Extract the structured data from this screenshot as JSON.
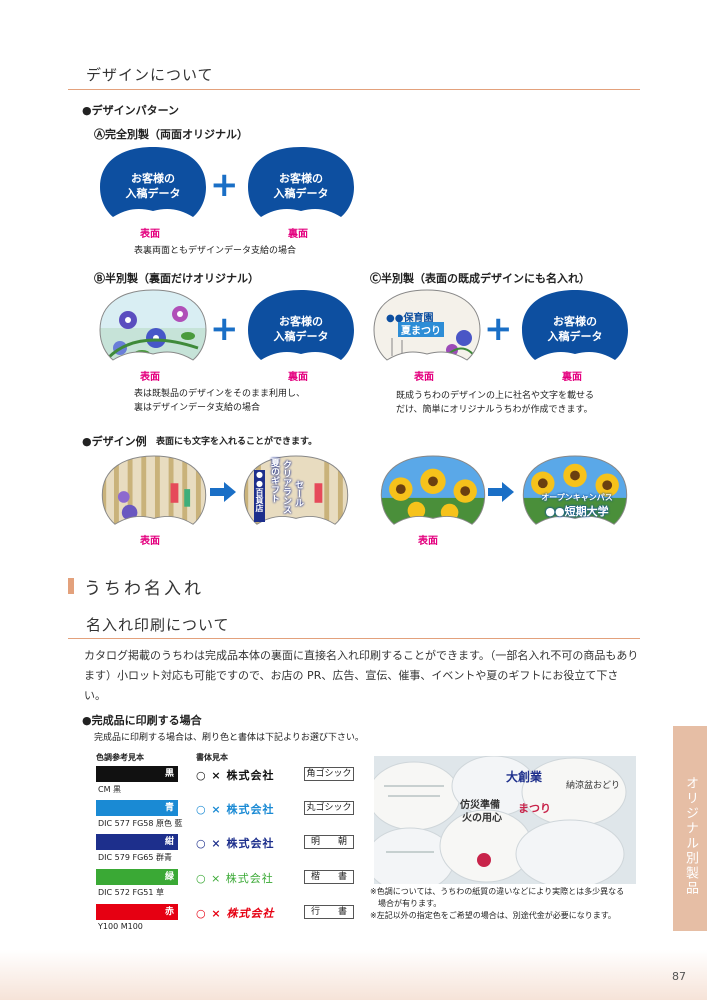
{
  "design_section": {
    "title": "デザインについて",
    "pattern_heading": "●デザインパターン",
    "pattern_a": {
      "heading": "Ⓐ完全別製（両面オリジナル）",
      "fan1_text": [
        "お客様の",
        "入稿データ"
      ],
      "fan2_text": [
        "お客様の",
        "入稿データ"
      ],
      "label_front": "表面",
      "label_back": "裏面",
      "note": "表裏両面ともデザインデータ支給の場合"
    },
    "pattern_b": {
      "heading": "Ⓑ半別製（裏面だけオリジナル）",
      "fan2_text": [
        "お客様の",
        "入稿データ"
      ],
      "label_front": "表面",
      "label_back": "裏面",
      "note": [
        "表は既製品のデザインをそのまま利用し、",
        "裏はデザインデータ支給の場合"
      ]
    },
    "pattern_c": {
      "heading": "Ⓒ半別製（表面の既成デザインにも名入れ）",
      "fan1_text": [
        "●●保育園",
        "夏まつり"
      ],
      "fan2_text": [
        "お客様の",
        "入稿データ"
      ],
      "label_front": "表面",
      "label_back": "裏面",
      "note": [
        "既成うちわのデザインの上に社名や文字を載せる",
        "だけ、簡単にオリジナルうちわが作成できます。"
      ]
    },
    "example_heading": "●デザイン例",
    "example_sub": "表面にも文字を入れることができます。",
    "example1": {
      "fan_text": [
        "夏のギフト",
        "クリアランス",
        "セール",
        "●●百貨店"
      ],
      "label": "表面"
    },
    "example2": {
      "fan_text": [
        "オープンキャンパス",
        "●●短期大学"
      ],
      "label": "表面"
    }
  },
  "naire_section": {
    "title": "うちわ名入れ",
    "sub_title": "名入れ印刷について",
    "body": "カタログ掲載のうちわは完成品本体の裏面に直接名入れ印刷することができます。（一部名入れ不可の商品もあります）小ロット対応も可能ですので、お店の PR、広告、宣伝、催事、イベントや夏のギフトにお役立て下さい。",
    "finished_heading": "●完成品に印刷する場合",
    "finished_note": "完成品に印刷する場合は、刷り色と書体は下記よりお選び下さい。",
    "color_heading": "色調参考見本",
    "font_heading": "書体見本",
    "colors": [
      {
        "name": "黒",
        "code": "CM  黒",
        "hex": "#111111"
      },
      {
        "name": "青",
        "code": "DIC 577  FG58  原色 藍",
        "hex": "#1a8ad4"
      },
      {
        "name": "紺",
        "code": "DIC 579  FG65  群青",
        "hex": "#1d2f8c"
      },
      {
        "name": "緑",
        "code": "DIC 572  FG51  草",
        "hex": "#3aa935"
      },
      {
        "name": "赤",
        "code": "Y100  M100",
        "hex": "#e60012"
      }
    ],
    "samples": [
      {
        "text": "○ × 株式会社",
        "font": "角ゴシック",
        "color": "#111111"
      },
      {
        "text": "○ × 株式会社",
        "font": "丸ゴシック",
        "color": "#1a8ad4"
      },
      {
        "text": "○ × 株式会社",
        "font": "明　　朝",
        "color": "#1d2f8c"
      },
      {
        "text": "○ × 株式会社",
        "font": "楷　　書",
        "color": "#3aa935"
      },
      {
        "text": "○ × 株式会社",
        "font": "行　　書",
        "color": "#e60012"
      }
    ],
    "photo_texts": [
      "大創業",
      "仿災準備",
      "火の用心",
      "まつり",
      "納涼盆おどり"
    ],
    "footnotes": [
      "※色調については、うちわの紙質の違いなどにより実際とは多少異なる",
      "　場合が有ります。",
      "※左記以外の指定色をご希望の場合は、別途代金が必要になります。"
    ]
  },
  "side_tab": "オリジナル別製品",
  "page_number": "87",
  "colors": {
    "accent": "#e3a17c",
    "fan_blue": "#0d4fa0",
    "label_magenta": "#e4007f",
    "plus_blue": "#1a6fc6",
    "tab": "#e6bea5"
  }
}
